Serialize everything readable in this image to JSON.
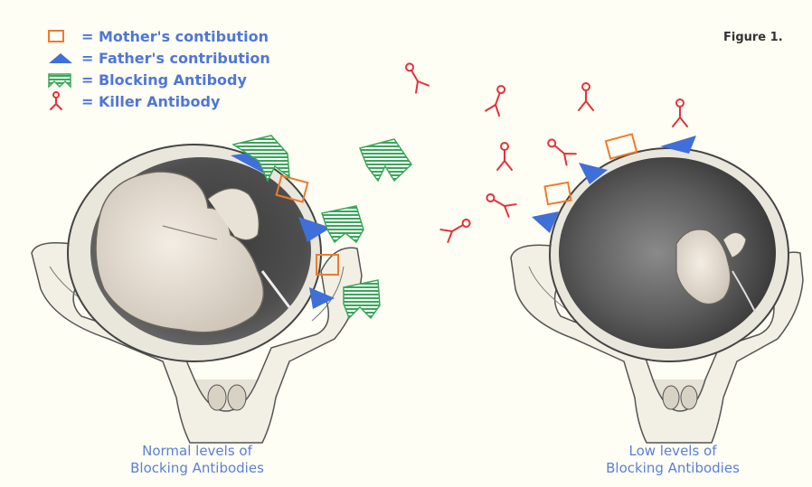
{
  "figure_label": "Figure 1.",
  "legend": [
    {
      "icon": "orange-square-icon",
      "text": "= Mother's contibution",
      "color": "#f07a2c"
    },
    {
      "icon": "blue-triangle-icon",
      "text": "= Father's contribution",
      "color": "#3f6fd8"
    },
    {
      "icon": "green-blocking-antibody-icon",
      "text": "= Blocking Antibody",
      "color": "#3aa65a"
    },
    {
      "icon": "red-killer-antibody-icon",
      "text": "= Killer Antibody",
      "color": "#e3323a"
    }
  ],
  "captions": {
    "left": {
      "line1": "Normal levels of",
      "line2": "Blocking Antibodies"
    },
    "right": {
      "line1": "Low levels of",
      "line2": "Blocking Antibodies"
    }
  },
  "colors": {
    "text_blue": "#4f76d8",
    "caption_blue": "#5b7fd6",
    "mother": "#f07a2c",
    "father": "#3f6fd8",
    "blocking": "#3aa65a",
    "killer": "#e3323a",
    "background": "#fefef4"
  }
}
